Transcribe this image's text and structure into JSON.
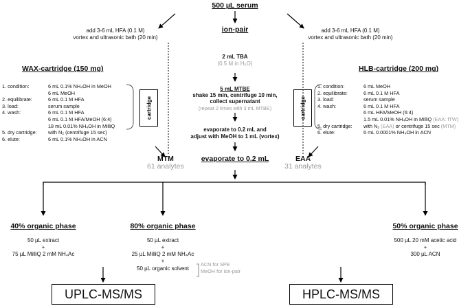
{
  "top": {
    "serum": "500 µL serum"
  },
  "left_prep": {
    "line1": "add 3-6 mL HFA (0.1 M)",
    "line2": "vortex and ultrasonic bath (20 min)"
  },
  "right_prep": {
    "line1": "add 3-6 mL HFA (0.1 M)",
    "line2": "vortex and ultrasonic bath (20 min)"
  },
  "wax": {
    "title": "WAX-cartridge (150 mg)",
    "cartridge_label": "cartridge",
    "steps": [
      {
        "label": "1. condition:",
        "values": [
          "6 mL 0.1% NH₄OH in MeOH",
          "6 mL MeOH"
        ]
      },
      {
        "label": "2. equilibrate:",
        "values": [
          "6 mL 0.1 M HFA"
        ]
      },
      {
        "label": "3. load:",
        "values": [
          "serum sample"
        ]
      },
      {
        "label": "4. wash:",
        "values": [
          "6 mL 0.1 M HFA",
          "6 mL 0.1 M HFA/MeOH (6:4)",
          "18 mL 0.01% NH₄OH in MilliQ"
        ]
      },
      {
        "label": "5. dry cartridge:",
        "values": [
          "with N₂ (centrifuge 15 sec)"
        ]
      },
      {
        "label": "6. elute:",
        "values": [
          "6 mL 0.1% NH₄OH in ACN"
        ]
      }
    ]
  },
  "hlb": {
    "title": "HLB-cartridge (200 mg)",
    "cartridge_label": "cartridge",
    "steps": [
      {
        "label": "1. condition:",
        "values": [
          "6 mL MeOH"
        ]
      },
      {
        "label": "2. equilibrate:",
        "values": [
          "6 mL 0.1 M HFA"
        ]
      },
      {
        "label": "3. load:",
        "values": [
          "serum sample"
        ]
      },
      {
        "label": "4. wash:",
        "values": [
          "6 mL 0.1 M HFA",
          "6 mL HFA/MeOH (6:4)",
          "1.5 mL 0.01% NH₄OH in MilliQ"
        ]
      },
      {
        "label": "5. dry cartridge:",
        "values": [
          "with N₂"
        ]
      },
      {
        "label": "6. elute:",
        "values": [
          "6 mL 0.0001% NH₄OH in ACN"
        ]
      }
    ],
    "wash_note": "(EAA: fTW)",
    "dry_eaa": "(EAA)",
    "dry_or": "or centrifuge 15 sec",
    "dry_mtm": "(MTM)"
  },
  "ionpair": {
    "title": "ion-pair",
    "tba": "2 mL TBA",
    "tba_conc": "(0.5 M in H₂O)",
    "mtbe": "5 mL MTBE",
    "shake1": "shake 15 min, centrifuge 10 min,",
    "shake2": "collect supernatant",
    "repeat": "(repeat 2 times with 3 mL MTBE)",
    "evap1": "evaporate to 0.2 mL and",
    "evap2": "adjust with MeOH to 1 mL (vortex)"
  },
  "middle": {
    "mtm": "MTM",
    "mtm_count": "61 analytes",
    "evaporate": "evaporate to 0.2 mL",
    "eaa": "EAA",
    "eaa_count": "31 analytes"
  },
  "phase40": {
    "title": "40% organic phase",
    "l1": "50 µL extract",
    "plus": "+",
    "l2": "75 µL MilliQ 2 mM NH₄Ac"
  },
  "phase80": {
    "title": "80% organic phase",
    "l1": "50 µL extract",
    "plus1": "+",
    "l2": "25 µL MilliQ 2 mM NH₄Ac",
    "plus2": "+",
    "l3": "50 µL organic solvent",
    "note1": "ACN for SPE",
    "note2": "MeOH for ion-pair"
  },
  "phase50": {
    "title": "50% organic phase",
    "l1": "500 µL 20 mM acetic acid",
    "plus": "+",
    "l2": "300 µL ACN"
  },
  "instruments": {
    "uplc": "UPLC-MS/MS",
    "hplc": "HPLC-MS/MS"
  }
}
